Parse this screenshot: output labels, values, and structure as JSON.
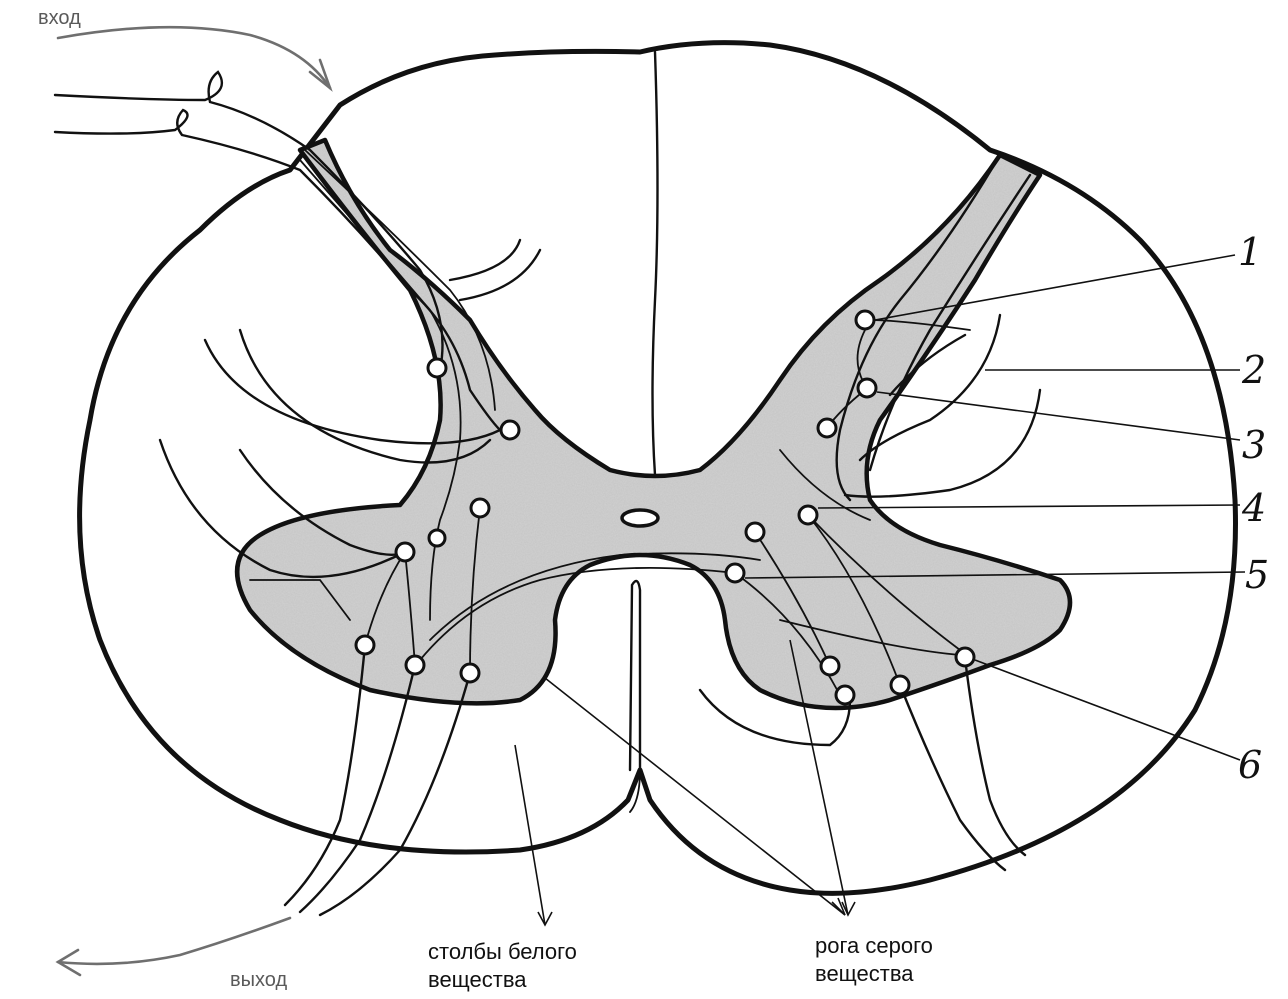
{
  "labels": {
    "input": "вход",
    "output": "выход",
    "white_columns_line1": "столбы белого",
    "white_columns_line2": "вещества",
    "gray_horns_line1": "рога серого",
    "gray_horns_line2": "вещества"
  },
  "numbers": [
    "1",
    "2",
    "3",
    "4",
    "5",
    "6"
  ],
  "colors": {
    "outline": "#111111",
    "gray_matter": "#cfcfcf",
    "arrow": "#6f6f6f",
    "background": "#ffffff"
  }
}
